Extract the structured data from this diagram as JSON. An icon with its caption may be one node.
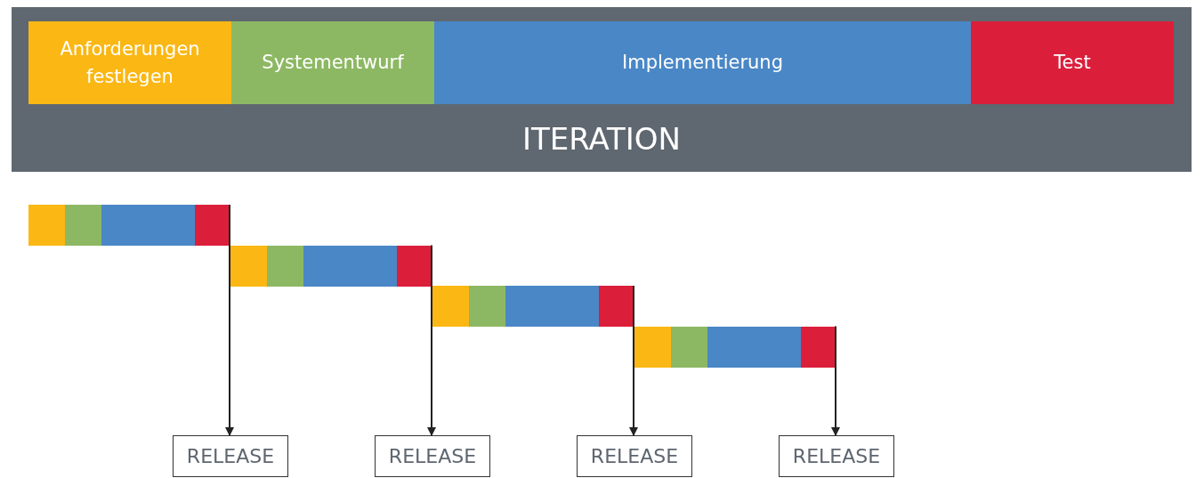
{
  "diagram": {
    "nodes": [
      {
        "text": [
          "ITERATION"
        ]
      },
      {
        "text": [
          "Anforderungen festlegen"
        ],
        "in": 0
      },
      {
        "text": [
          "Systementwurf"
        ],
        "in": 0
      },
      {
        "text": [
          "Implementierung"
        ],
        "in": 0
      },
      {
        "text": [
          "Test"
        ],
        "in": 0
      },
      {
        "text": [],
        "shape": "bar"
      },
      {
        "text": [],
        "shape": "bar"
      },
      {
        "text": [],
        "shape": "bar"
      },
      {
        "text": [],
        "shape": "bar"
      },
      {
        "text": [
          "RELEASE"
        ]
      },
      {
        "text": [
          "RELEASE"
        ]
      },
      {
        "text": [
          "RELEASE"
        ]
      },
      {
        "text": [
          "RELEASE"
        ]
      }
    ],
    "edges": [
      {
        "from": 5,
        "to": 9,
        "arrow": "to"
      },
      {
        "from": 6,
        "to": 10,
        "arrow": "to"
      },
      {
        "from": 7,
        "to": 11,
        "arrow": "to"
      },
      {
        "from": 8,
        "to": 12,
        "arrow": "to"
      }
    ]
  }
}
